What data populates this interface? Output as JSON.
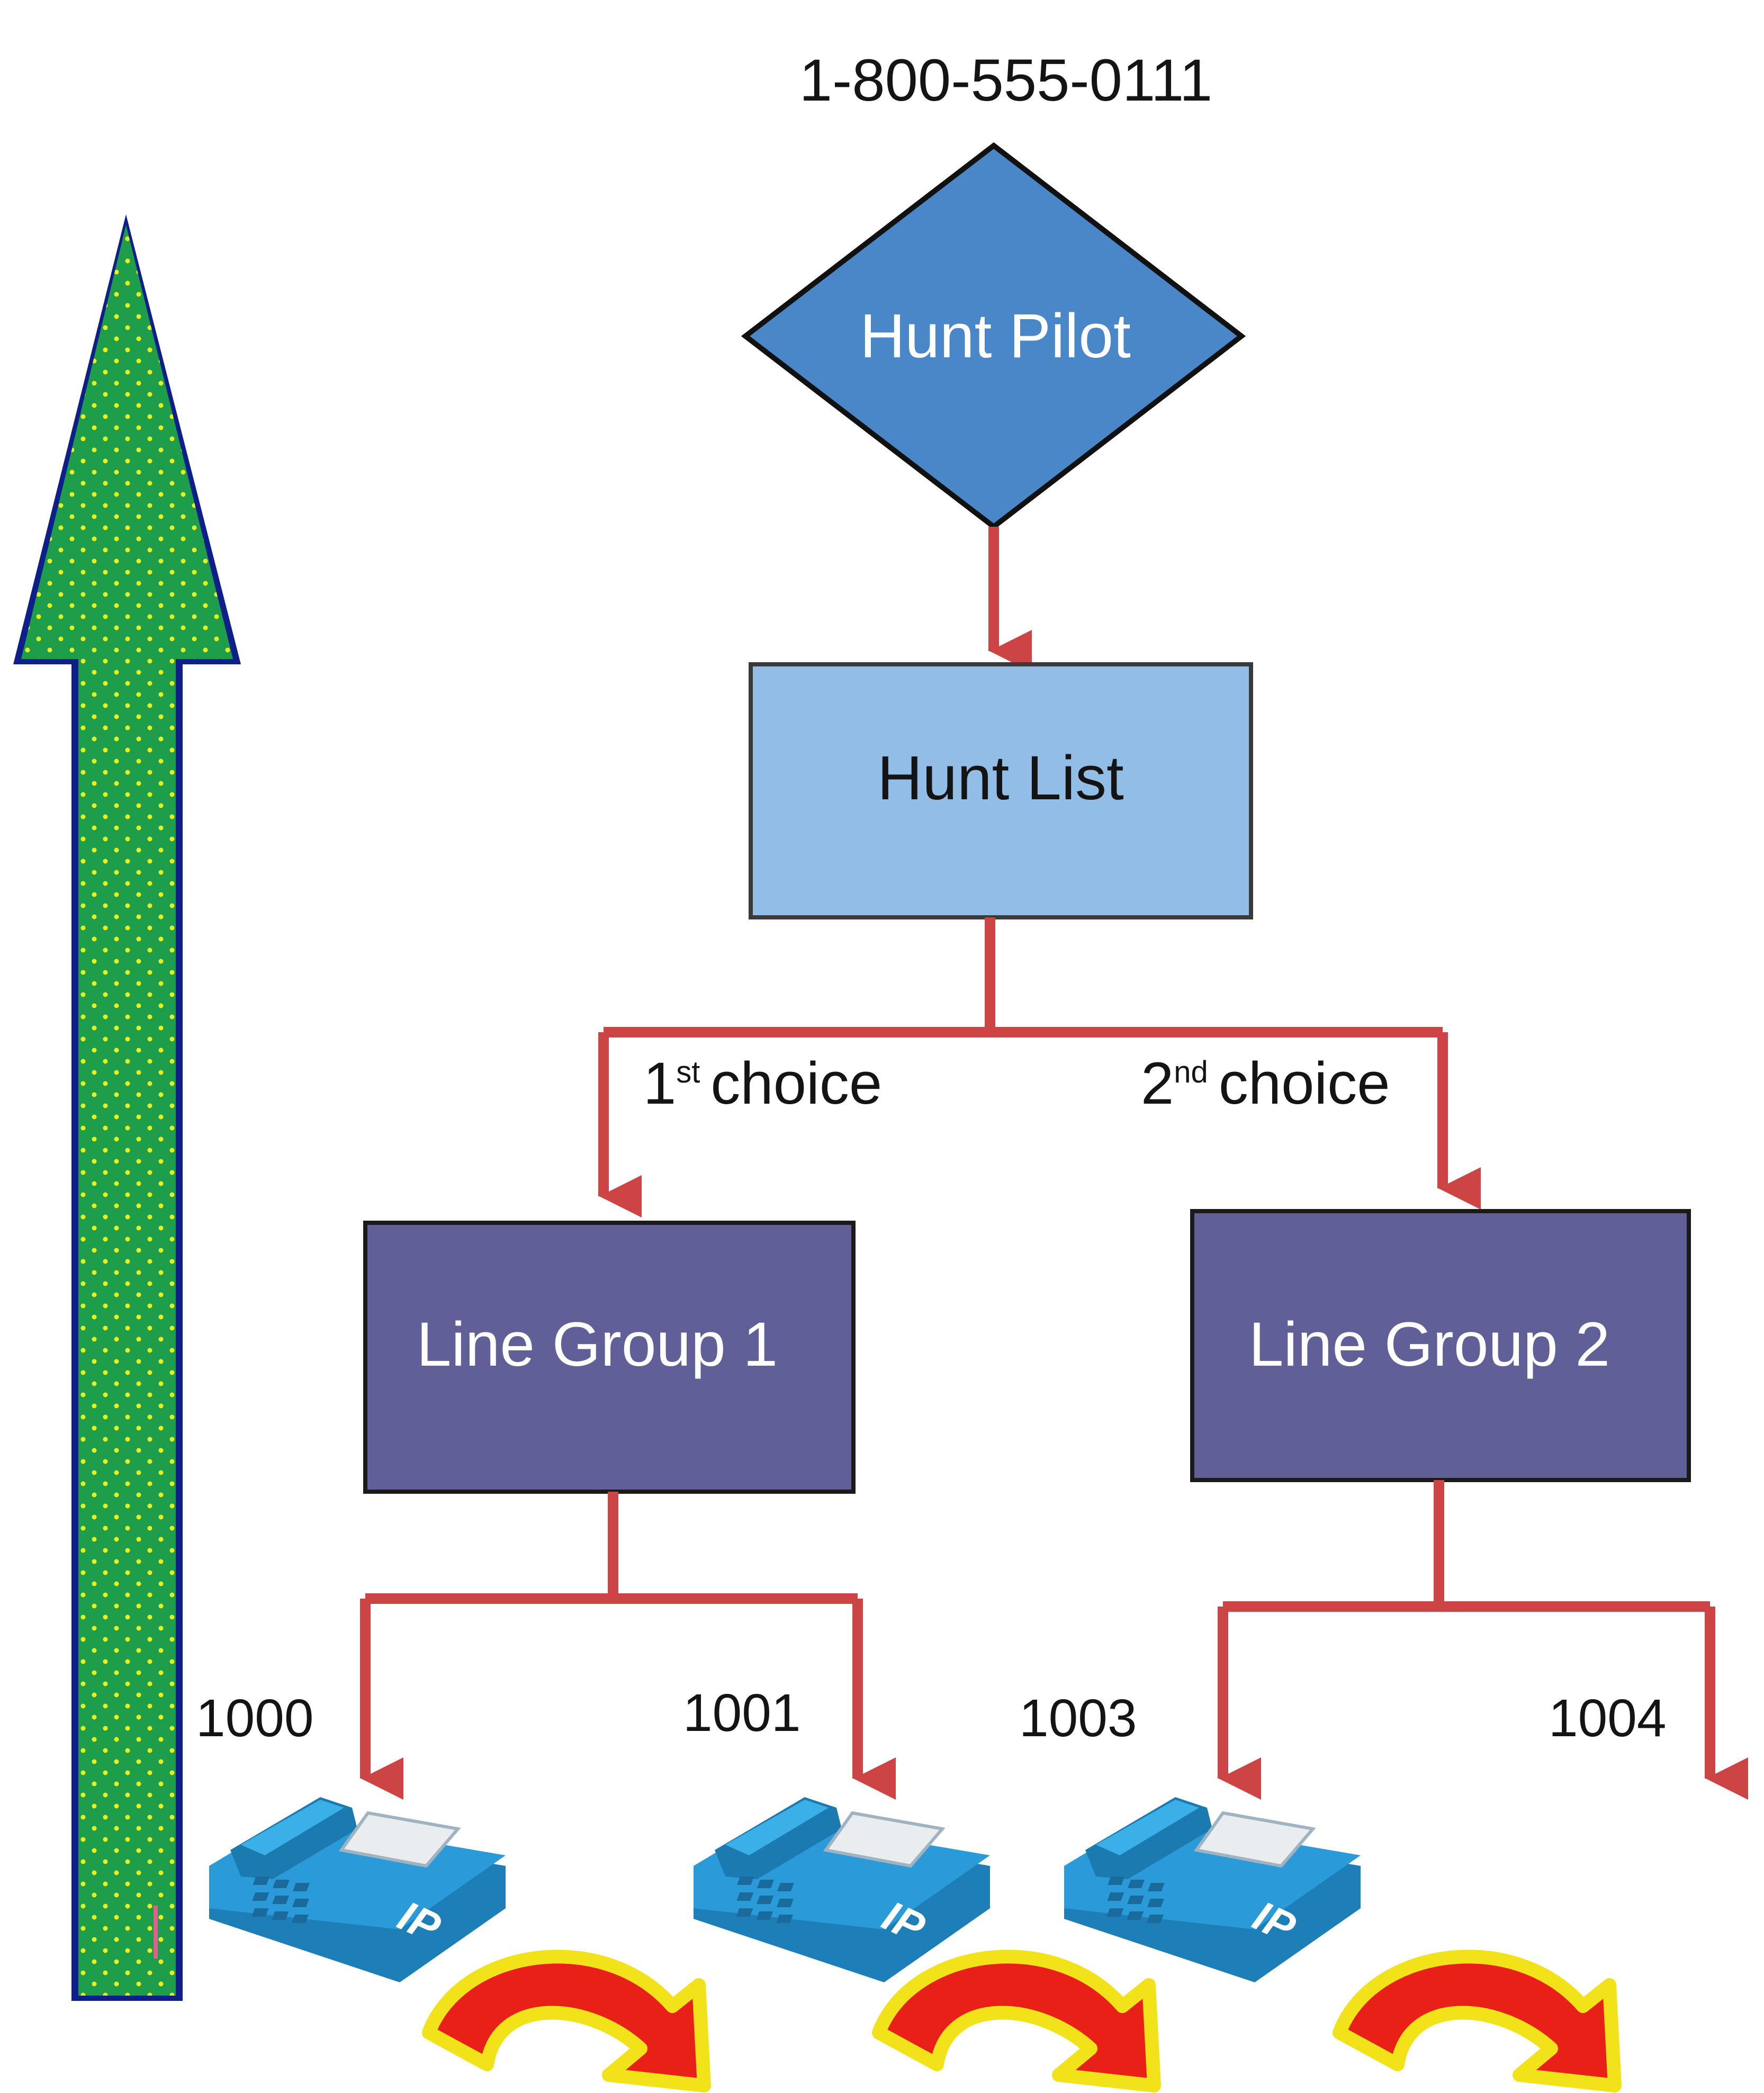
{
  "diagram": {
    "pilot_number": "1-800-555-0111",
    "hunt_pilot_label": "Hunt Pilot",
    "hunt_list_label": "Hunt List",
    "choice_1": {
      "num": "1",
      "sup": "st",
      "word": "choice"
    },
    "choice_2": {
      "num": "2",
      "sup": "nd",
      "word": "choice"
    },
    "line_group_1_label": "Line Group 1",
    "line_group_2_label": "Line Group 2",
    "extensions": [
      "1000",
      "1001",
      "1003",
      "1004"
    ],
    "phone_label": "IP"
  },
  "colors": {
    "connector": "#cc4444",
    "hunt_pilot_fill": "#4a87c8",
    "hunt_list_fill": "#92bde6",
    "line_group_fill": "#615f98",
    "up_arrow_fill": "#1e9e4a",
    "up_arrow_dots": "#e8f020",
    "curved_arrow_fill": "#e82018",
    "curved_arrow_outline": "#f2e21a",
    "phone_body": "#2a9bd8"
  },
  "icons": [
    "up-arrow-icon",
    "ip-phone-icon",
    "curved-arrow-icon"
  ]
}
